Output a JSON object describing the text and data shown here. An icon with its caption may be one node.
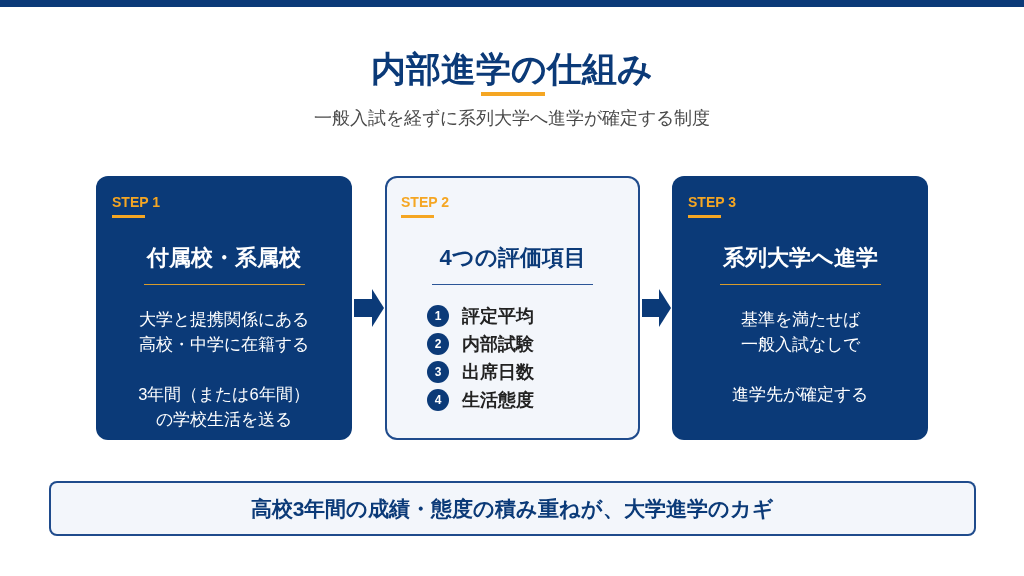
{
  "diagram": {
    "title": "内部進学の仕組み",
    "nodes": [
      {
        "text": [
          "STEP 1",
          "付属校・系属校",
          "大学と提携関係にある高校・中学に在籍する",
          "3年間（または6年間）の学校生活を送る"
        ]
      },
      {
        "text": [
          "STEP 2",
          "4つの評価項目"
        ]
      },
      {
        "text": [
          "1"
        ],
        "in": 1,
        "beside": [
          "評定平均"
        ]
      },
      {
        "text": [
          "2"
        ],
        "in": 1,
        "beside": [
          "内部試験"
        ]
      },
      {
        "text": [
          "3"
        ],
        "in": 1,
        "beside": [
          "出席日数"
        ]
      },
      {
        "text": [
          "4"
        ],
        "in": 1,
        "beside": [
          "生活態度"
        ]
      },
      {
        "text": [
          "STEP 3",
          "系列大学へ進学",
          "基準を満たせば一般入試なしで",
          "進学先が確定する"
        ]
      },
      {
        "text": [
          "高校3年間の成績・態度の積み重ねが、大学進学のカギ"
        ]
      }
    ],
    "edges": [
      {
        "from": 0,
        "to": 1,
        "arrow": "to"
      },
      {
        "from": 1,
        "to": 6,
        "arrow": "to"
      }
    ],
    "labels": [
      "一般入試を経ずに系列大学へ進学が確定する制度"
    ]
  }
}
